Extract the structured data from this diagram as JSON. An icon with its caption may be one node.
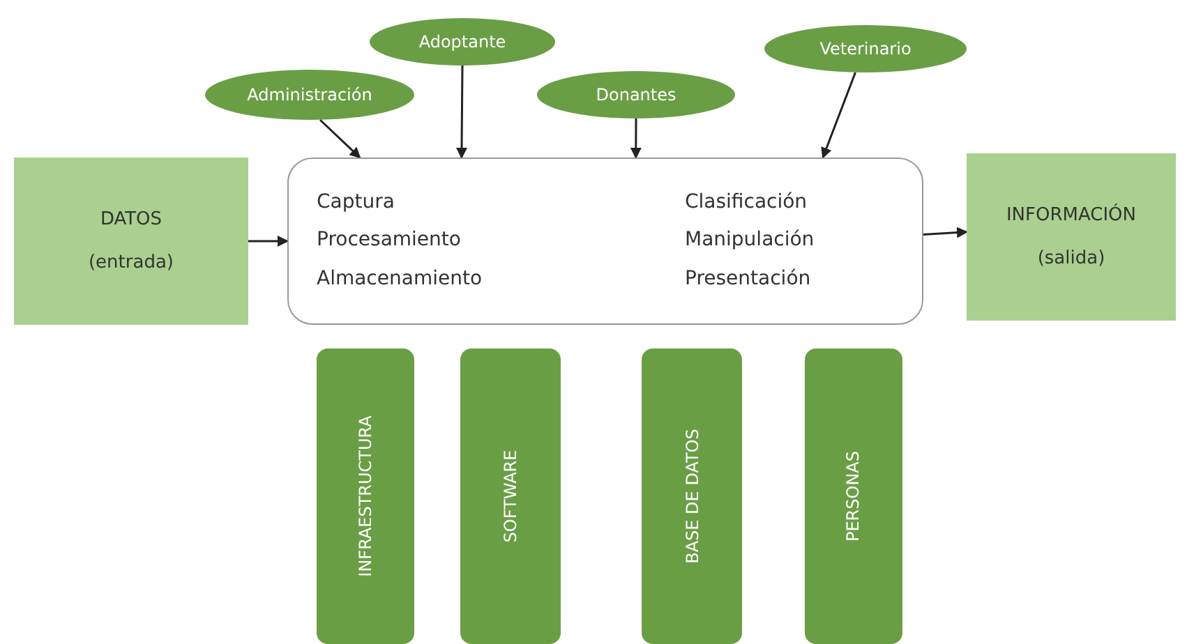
{
  "diagram": {
    "nodes": [
      {
        "text": [
          "Administración"
        ]
      },
      {
        "text": [
          "Adoptante"
        ]
      },
      {
        "text": [
          "Donantes"
        ]
      },
      {
        "text": [
          "Veterinario"
        ]
      },
      {
        "text": [
          "DATOS",
          "(entrada)"
        ]
      },
      {
        "text": [
          "Captura",
          "Procesamiento",
          "Almacenamiento",
          "Clasificación",
          "Manipulación",
          "Presentación"
        ]
      },
      {
        "text": [
          "INFORMACIÓN",
          "(salida)"
        ]
      },
      {
        "text": [
          "INFRAESTRUCTURA"
        ]
      },
      {
        "text": [
          "SOFTWARE"
        ]
      },
      {
        "text": [
          "BASE DE DATOS"
        ]
      },
      {
        "text": [
          "PERSONAS"
        ]
      }
    ],
    "edges": [
      {
        "from": 0,
        "to": 5,
        "arrow": "to"
      },
      {
        "from": 1,
        "to": 5,
        "arrow": "to"
      },
      {
        "from": 2,
        "to": 5,
        "arrow": "to"
      },
      {
        "from": 3,
        "to": 5,
        "arrow": "to"
      },
      {
        "from": 4,
        "to": 5,
        "arrow": "to"
      },
      {
        "from": 5,
        "to": 6,
        "arrow": "to"
      }
    ]
  }
}
